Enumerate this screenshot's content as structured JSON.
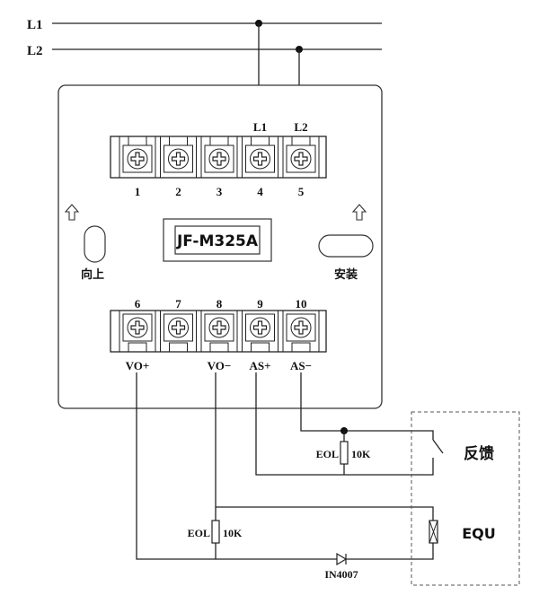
{
  "lines": {
    "l1": "L1",
    "l2": "L2"
  },
  "module": {
    "model": "JF-M325A",
    "up_label": "向上",
    "mount_label": "安装",
    "top_terminals": [
      {
        "number": "1",
        "label": ""
      },
      {
        "number": "2",
        "label": ""
      },
      {
        "number": "3",
        "label": ""
      },
      {
        "number": "4",
        "label": "L1"
      },
      {
        "number": "5",
        "label": "L2"
      }
    ],
    "bottom_terminals": [
      {
        "number": "6",
        "label": "VO+"
      },
      {
        "number": "7",
        "label": ""
      },
      {
        "number": "8",
        "label": "VO−"
      },
      {
        "number": "9",
        "label": "AS+"
      },
      {
        "number": "10",
        "label": "AS−"
      }
    ]
  },
  "components": {
    "feedback_resistor": {
      "name": "EOL",
      "value": "10K"
    },
    "output_resistor": {
      "name": "EOL",
      "value": "10K"
    },
    "diode": "IN4007"
  },
  "equipment": {
    "feedback_label": "反馈",
    "device_label": "EQU"
  }
}
